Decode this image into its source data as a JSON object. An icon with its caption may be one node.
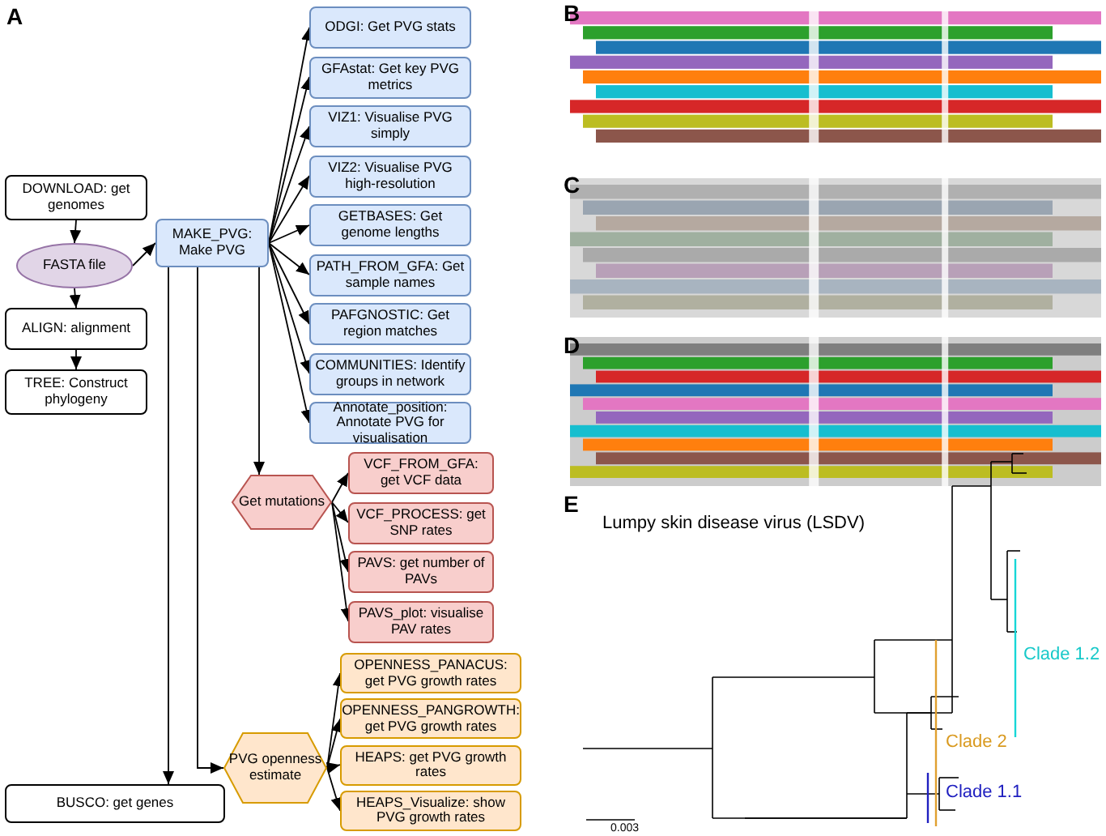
{
  "diagram": {
    "nodes": [
      {
        "text": [
          "DOWNLOAD: get genomes"
        ]
      },
      {
        "text": [
          "FASTA file"
        ]
      },
      {
        "text": [
          "ALIGN: alignment"
        ]
      },
      {
        "text": [
          "TREE: Construct phylogeny"
        ]
      },
      {
        "text": [
          "MAKE_PVG: Make PVG"
        ]
      },
      {
        "text": [
          "ODGI: Get PVG stats"
        ]
      },
      {
        "text": [
          "GFAstat: Get key PVG metrics"
        ]
      },
      {
        "text": [
          "VIZ1: Visualise PVG simply"
        ]
      },
      {
        "text": [
          "VIZ2: Visualise PVG high-resolution"
        ]
      },
      {
        "text": [
          "GETBASES: Get genome lengths"
        ]
      },
      {
        "text": [
          "PATH_FROM_GFA: Get sample names"
        ]
      },
      {
        "text": [
          "PAFGNOSTIC: Get region matches"
        ]
      },
      {
        "text": [
          "COMMUNITIES: Identify groups in network"
        ]
      },
      {
        "text": [
          "Annotate_position: Annotate PVG for visualisation"
        ]
      },
      {
        "text": [
          "Get mutations"
        ]
      },
      {
        "text": [
          "VCF_FROM_GFA: get VCF data"
        ]
      },
      {
        "text": [
          "VCF_PROCESS: get SNP rates"
        ]
      },
      {
        "text": [
          "PAVS: get number of PAVs"
        ]
      },
      {
        "text": [
          "PAVS_plot: visualise PAV rates"
        ]
      },
      {
        "text": [
          "PVG openness estimate"
        ]
      },
      {
        "text": [
          "OPENNESS_PANACUS: get PVG growth rates"
        ]
      },
      {
        "text": [
          "OPENNESS_PANGROWTH: get PVG growth rates"
        ]
      },
      {
        "text": [
          "HEAPS: get PVG growth rates"
        ]
      },
      {
        "text": [
          "HEAPS_Visualize: show PVG growth rates"
        ]
      },
      {
        "text": [
          "BUSCO: get genes"
        ]
      }
    ],
    "edges": [
      {
        "from": 0,
        "to": 1,
        "arrow": "to"
      },
      {
        "from": 1,
        "to": 2,
        "arrow": "to"
      },
      {
        "from": 2,
        "to": 3,
        "arrow": "to"
      },
      {
        "from": 1,
        "to": 4,
        "arrow": "to"
      },
      {
        "from": 4,
        "to": 5,
        "arrow": "to"
      },
      {
        "from": 4,
        "to": 6,
        "arrow": "to"
      },
      {
        "from": 4,
        "to": 7,
        "arrow": "to"
      },
      {
        "from": 4,
        "to": 8,
        "arrow": "to"
      },
      {
        "from": 4,
        "to": 9,
        "arrow": "to"
      },
      {
        "from": 4,
        "to": 10,
        "arrow": "to"
      },
      {
        "from": 4,
        "to": 11,
        "arrow": "to"
      },
      {
        "from": 4,
        "to": 12,
        "arrow": "to"
      },
      {
        "from": 4,
        "to": 13,
        "arrow": "to"
      },
      {
        "from": 4,
        "to": 14,
        "arrow": "to"
      },
      {
        "from": 14,
        "to": 15,
        "arrow": "to"
      },
      {
        "from": 14,
        "to": 16,
        "arrow": "to"
      },
      {
        "from": 14,
        "to": 17,
        "arrow": "to"
      },
      {
        "from": 14,
        "to": 18,
        "arrow": "to"
      },
      {
        "from": 4,
        "to": 19,
        "arrow": "to"
      },
      {
        "from": 19,
        "to": 20,
        "arrow": "to"
      },
      {
        "from": 19,
        "to": 21,
        "arrow": "to"
      },
      {
        "from": 19,
        "to": 22,
        "arrow": "to"
      },
      {
        "from": 19,
        "to": 23,
        "arrow": "to"
      },
      {
        "from": 4,
        "to": 24,
        "arrow": "to"
      }
    ],
    "labels": [
      "A",
      "B",
      "C",
      "D",
      "E",
      "Lumpy skin disease virus (LSDV)",
      "Clade 1.2",
      "Clade 2",
      "Clade 1.1",
      "0.003"
    ]
  }
}
